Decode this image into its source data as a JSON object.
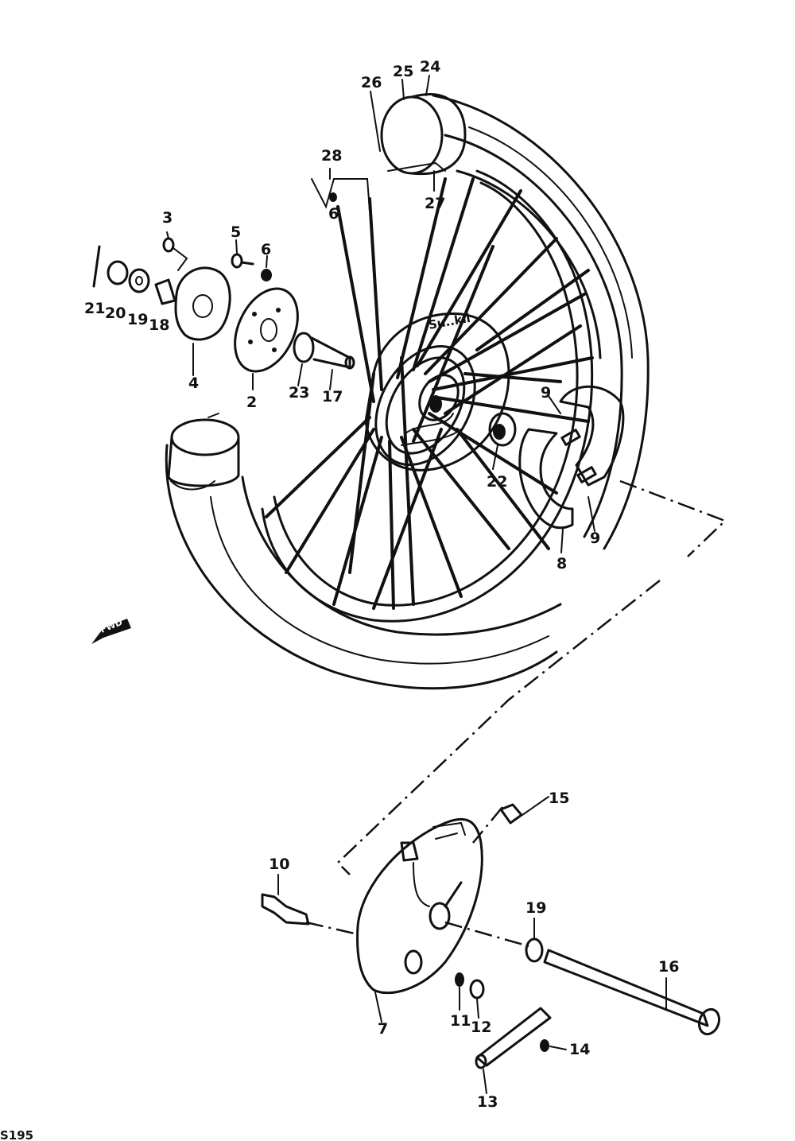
{
  "labels": {
    "p2": "2",
    "p3": "3",
    "p4": "4",
    "p5": "5",
    "p6a": "6",
    "p6b": "6",
    "p7": "7",
    "p8": "8",
    "p9a": "9",
    "p9b": "9",
    "p10": "10",
    "p11": "11",
    "p12": "12",
    "p13": "13",
    "p14": "14",
    "p15": "15",
    "p16": "16",
    "p17": "17",
    "p18": "18",
    "p19a": "19",
    "p19b": "19",
    "p20": "20",
    "p21": "21",
    "p22": "22",
    "p23": "23",
    "p24": "24",
    "p25": "25",
    "p26": "26",
    "p27": "27",
    "p28": "28"
  },
  "arrow_text": "FWD",
  "page_code": "S195"
}
